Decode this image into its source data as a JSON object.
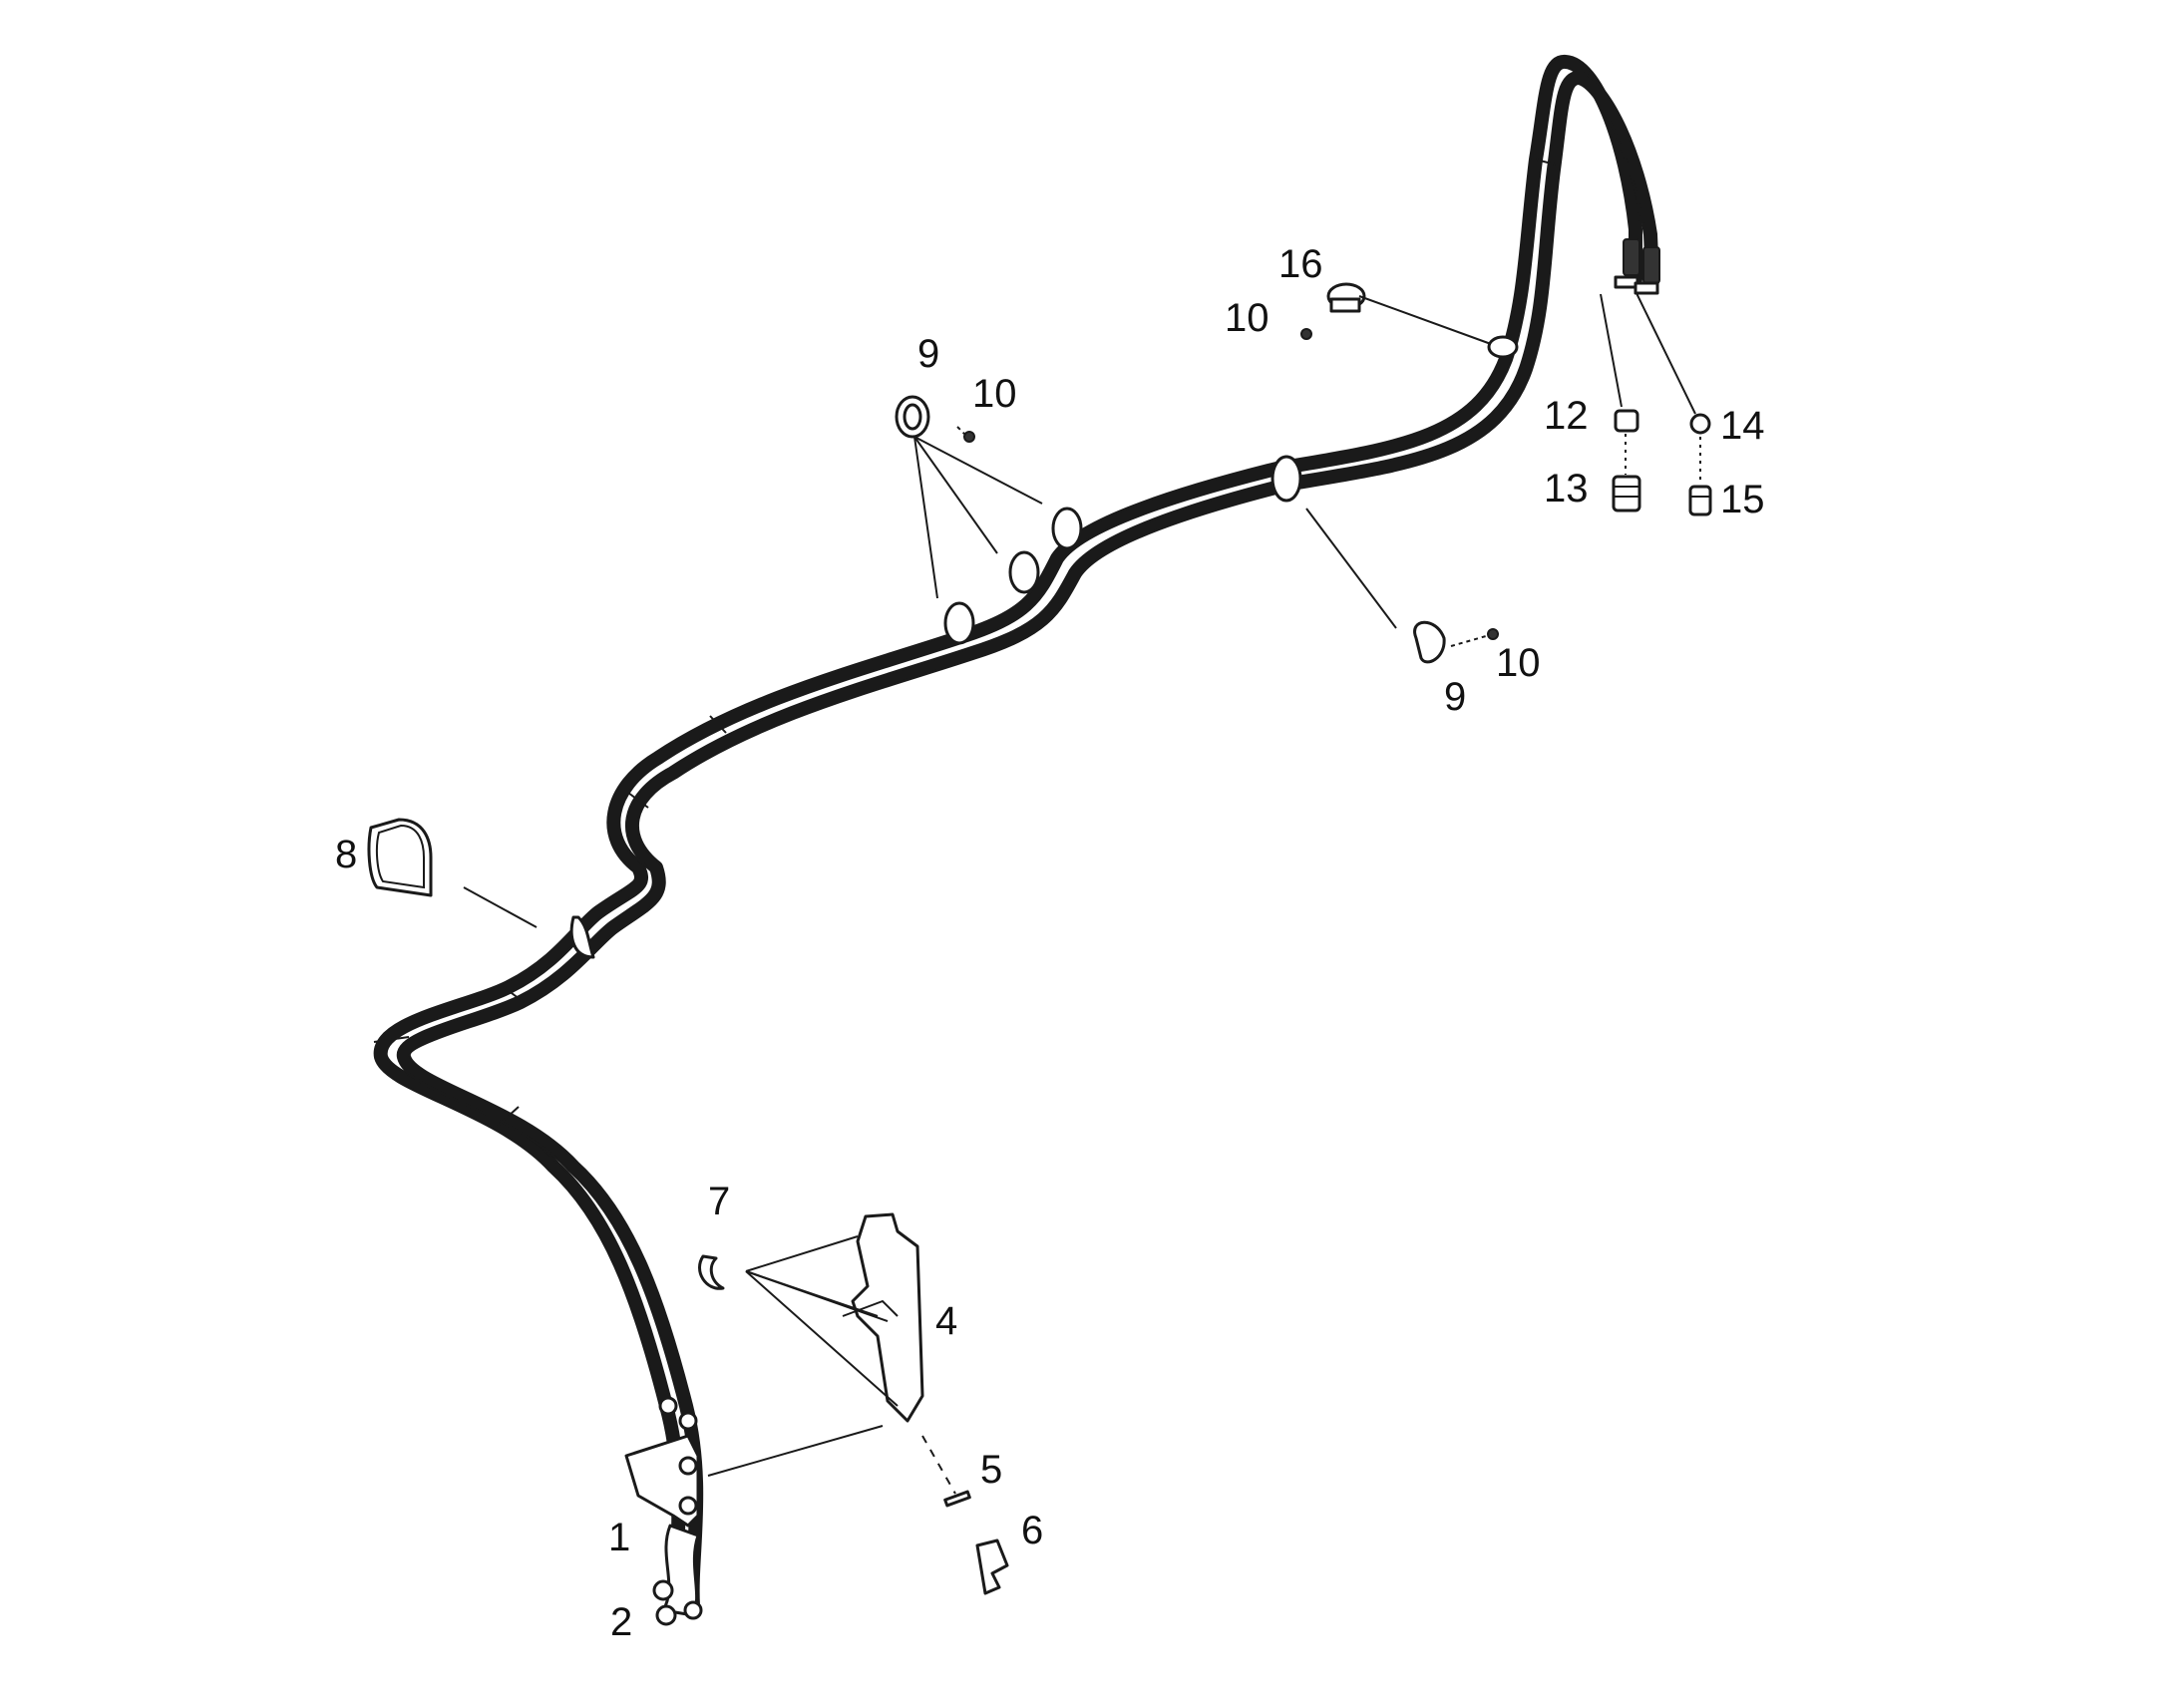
{
  "diagram": {
    "callouts": {
      "c1": "1",
      "c2": "2",
      "c4": "4",
      "c5": "5",
      "c6": "6",
      "c7": "7",
      "c8": "8",
      "c9a": "9",
      "c9b": "9",
      "c10a": "10",
      "c10b": "10",
      "c10c": "10",
      "c12": "12",
      "c13": "13",
      "c14": "14",
      "c15": "15",
      "c16": "16"
    }
  }
}
